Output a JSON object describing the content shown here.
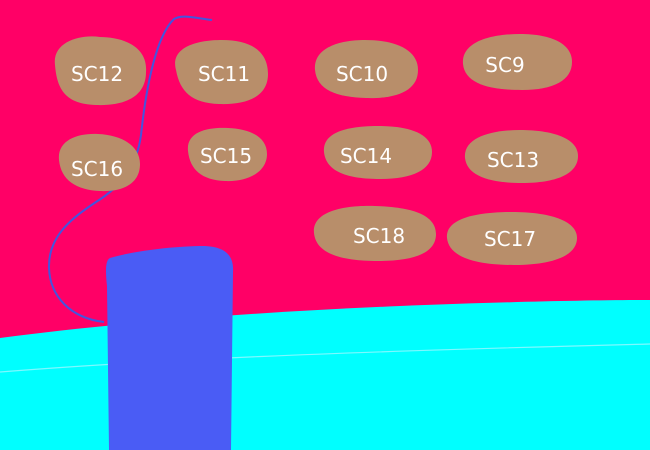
{
  "colors": {
    "background": "#FF0066",
    "water": "#00FFFF",
    "blob": "#B88E6A",
    "label_text": "#FFFFFF",
    "block": "#4A5CF5",
    "cable": "#4455DD"
  },
  "blobs": [
    {
      "label": "SC12"
    },
    {
      "label": "SC11"
    },
    {
      "label": "SC10"
    },
    {
      "label": "SC9"
    },
    {
      "label": "SC16"
    },
    {
      "label": "SC15"
    },
    {
      "label": "SC14"
    },
    {
      "label": "SC13"
    },
    {
      "label": "SC18"
    },
    {
      "label": "SC17"
    }
  ]
}
